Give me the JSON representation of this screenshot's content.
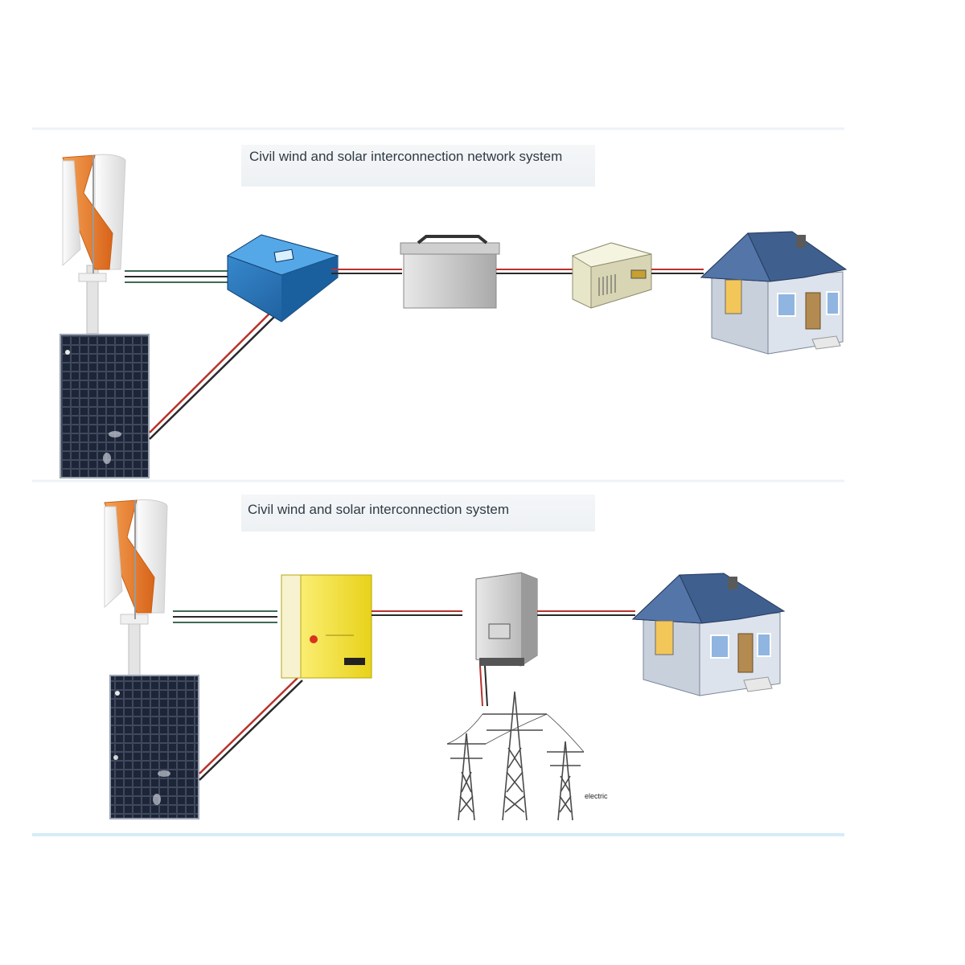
{
  "diagram1": {
    "title": "Civil wind and solar interconnection network system",
    "components": [
      "wind-turbine",
      "solar-panel",
      "controller",
      "battery",
      "inverter",
      "house"
    ]
  },
  "diagram2": {
    "title": "Civil wind and solar interconnection system",
    "components": [
      "wind-turbine",
      "solar-panel",
      "controller",
      "grid-tie-inverter",
      "house",
      "power-towers"
    ],
    "grid_label": "electric"
  },
  "colors": {
    "wire_red": "#b8322c",
    "wire_dark": "#2a2a2a",
    "wire_green": "#3d6b52",
    "turbine_orange": "#e9802a",
    "controller_blue": "#1f6fb8",
    "controller_yellow": "#f2e437",
    "roof_blue": "#3f5f8f",
    "wall_gray": "#c8d0dc"
  }
}
